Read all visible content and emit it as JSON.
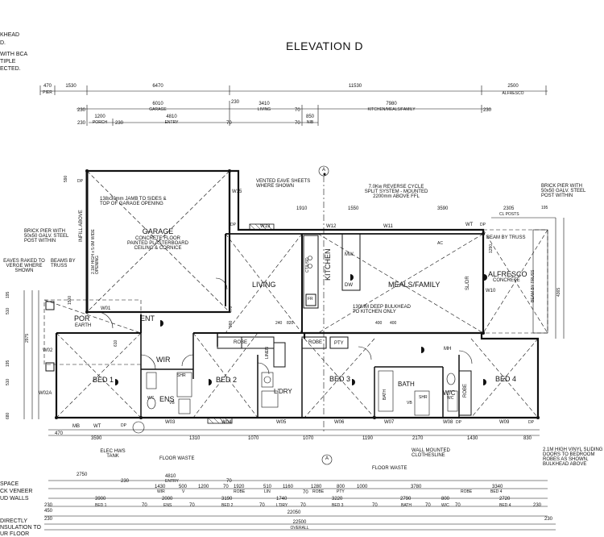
{
  "title": "ELEVATION D",
  "side_notes_left": {
    "line1": "KHEAD",
    "line2": "D.",
    "line3": "WITH BCA",
    "line4": "TIPLE",
    "line5": "ECTED.",
    "bottom1": "SPACE",
    "bottom2": "CK VENEER",
    "bottom3": "UD WALLS",
    "bottom4": "DIRECTLY",
    "bottom5": "NSULATION TO",
    "bottom6": "UR FLOOR"
  },
  "top_dims": {
    "row1": [
      "470",
      "1530",
      "6470",
      "11530",
      "2500"
    ],
    "pier": "PIER",
    "alfresco": "ALFRESCO",
    "row2": [
      "230",
      "6010",
      "230",
      "3410",
      "70",
      "7980",
      "230"
    ],
    "garage": "GARAGE",
    "living": "LIVING",
    "kitchen_meals": "KITCHEN/MEALS/FAMILY",
    "row3": [
      "230",
      "1200",
      "230",
      "4810",
      "70",
      "850",
      "70"
    ],
    "porch": "PORCH",
    "entry": "ENTRY",
    "nib": "NIB"
  },
  "inner_dims": {
    "d1910": "1910",
    "d1550": "1550",
    "d3590": "3590",
    "d2305": "2305",
    "d195": "195",
    "cl_posts": "CL POSTS",
    "d590": "590",
    "d1290": "1290",
    "d4365": "4365",
    "d470": "470",
    "d980": "980",
    "d240": "240",
    "d820": "820",
    "d400a": "400",
    "d400b": "400",
    "d1500": "1500",
    "d610": "610",
    "d2975": "2975",
    "d195l": "195",
    "d510": "510",
    "d680": "680",
    "d195b": "195",
    "d510b": "510"
  },
  "rooms": {
    "garage_title": "GARAGE",
    "garage_note": "CONCRETE FLOOR\nPAINTED PLASTERBOARD\nCEILING & CORNICE",
    "jamb_note": "138x30mm JAMB TO SIDES &\nTOP OF GARAGE OPENING",
    "infill_note": "INFILL ABOVE",
    "opening_note": "2.1M HIGH x 5.0M WIDE\nOPENING",
    "living": "LIVING",
    "kitchen": "KITCHEN",
    "meals_family": "MEALS/FAMILY",
    "alfresco": "ALFRESCO",
    "alfresco_sub": "CONCRETE",
    "por": "POR",
    "por_sub": "EARTH",
    "ent": "ENT",
    "wir": "WIR",
    "bed1": "BED 1",
    "bed2": "BED 2",
    "bed3": "BED 3",
    "bed4": "BED 4",
    "ens": "ENS",
    "ldry": "L'DRY",
    "bath": "BATH",
    "wc": "W/C",
    "robe1": "ROBE",
    "robe2": "ROBE",
    "robe3": "ROBE",
    "pty": "PTY",
    "linen": "LINEN",
    "mh": "MH",
    "shr1": "SHR",
    "shr2": "SHR",
    "vb1": "VB",
    "vb2": "VB",
    "wc1": "WC",
    "wc2": "WC",
    "mw": "MW",
    "dw": "DW",
    "fr": "FR",
    "ctusd": "CT/USD",
    "sldr1": "SL/DR",
    "bath_sub": "BATH"
  },
  "windows": {
    "w01": "W01",
    "w02": "W02",
    "w02a": "W02A",
    "w03": "W03",
    "w04": "W04",
    "w05": "W05",
    "w06": "W06",
    "w07": "W07",
    "w08": "W08",
    "w09": "W09",
    "w10": "W10",
    "w11": "W11",
    "w12": "W12",
    "w13": "W13",
    "w15": "W15",
    "wt1": "WT",
    "wt2": "WT",
    "mb": "MB",
    "dp1": "DP",
    "dp2": "DP",
    "dp3": "DP",
    "dp4": "DP",
    "dp5": "DP",
    "dp6": "DP",
    "ac": "AC"
  },
  "annotations": {
    "vented_eave": "VENTED EAVE SHEETS\nWHERE SHOWN",
    "reverse_cycle": "7.0Kw REVERSE CYCLE\nSPLIT SYSTEM - MOUNTED\n2200mm ABOVE FFL",
    "brick_pier_right": "BRICK PIER WITH\n50x50 GALV. STEEL\nPOST WITHIN",
    "brick_pier_left": "BRICK PIER WITH\n50x50 GALV. STEEL\nPOST WITHIN",
    "beam_by_truss": "BEAM BY TRUSS",
    "beam_by_truss_v": "BEAM BY TRUSS",
    "beams_by_truss": "BEAMS BY\nTRUSS",
    "eaves_raked": "EAVES RAKED TO\nVERGE WHERE\nSHOWN",
    "bulkhead": "130MM DEEP BULKHEAD\nTO KITCHEN ONLY",
    "elec_hws": "ELEC HWS\nTANK",
    "floor_waste1": "FLOOR WASTE",
    "floor_waste2": "FLOOR WASTE",
    "clothesline": "WALL MOUNTED\nCLOTHESLINE",
    "vinyl_doors": "2.1M HIGH VINYL SLIDING\nDOORS TO BEDROOM\nROBES AS SHOWN,\nBULKHEAD ABOVE",
    "section_a": "A"
  },
  "bottom_dims": {
    "row1": [
      "470",
      "3590",
      "1310",
      "1070",
      "1070",
      "1190",
      "2170",
      "1430",
      "830"
    ],
    "row2": [
      "2750",
      "230",
      "4810",
      "70",
      "1920",
      "510",
      "1160",
      "70",
      "1280",
      "800",
      "1000",
      "3780",
      "3340"
    ],
    "row2_labels": {
      "entry": "ENTRY",
      "wir": "WIR",
      "v": "V",
      "robe1": "ROBE",
      "lin": "LIN",
      "robe2": "ROBE",
      "pty": "PTY",
      "robe3": "ROBE",
      "bed4a": "BED 4"
    },
    "row2b": [
      "1430",
      "500",
      "1200",
      "70"
    ],
    "row3": [
      "3900",
      "70",
      "2000",
      "70",
      "3190",
      "70",
      "1740",
      "70",
      "3220",
      "70",
      "2790",
      "70",
      "800",
      "70",
      "2720",
      "230"
    ],
    "row3_labels": {
      "bed1": "BED 1",
      "ens": "ENS",
      "bed2": "BED 2",
      "ldry": "L'DRY",
      "bed3": "BED 3",
      "bath": "BATH",
      "wc": "W/C",
      "bed4": "BED 4"
    },
    "row4_a": "450",
    "row4_b": "230",
    "d22050": "22050",
    "d22500": "22500",
    "overall": "OVERALL",
    "d230a": "230",
    "d230b": "230"
  }
}
